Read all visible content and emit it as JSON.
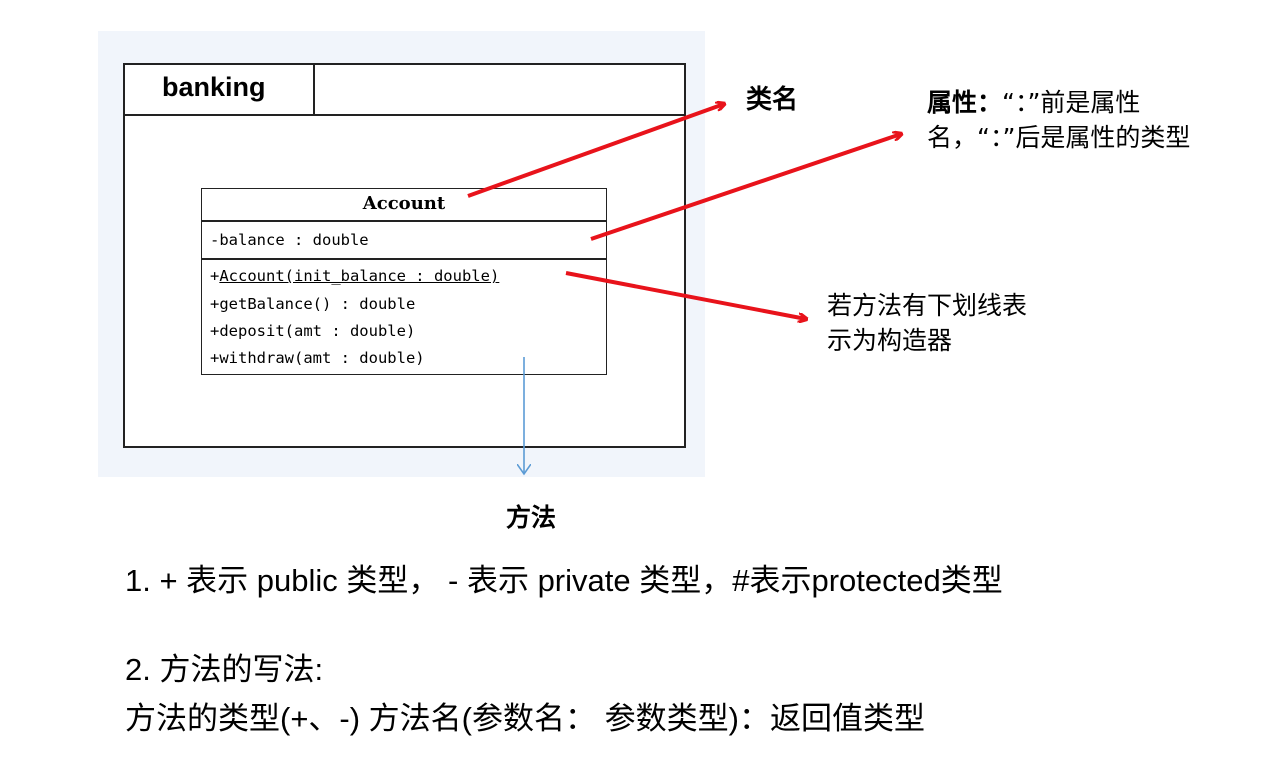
{
  "package": {
    "name": "banking"
  },
  "class": {
    "name": "Account",
    "attribute": "-balance : double",
    "constructor": {
      "prefix": "+",
      "name": "Account(init_balance : double)"
    },
    "methods": [
      "+getBalance() : double",
      "+deposit(amt : double)",
      "+withdraw(amt : double)"
    ]
  },
  "annotations": {
    "class_name": "类名",
    "attribute_label": "属性：",
    "attribute_text": "“：”前是属性名，“：”后是属性的类型",
    "constructor_note": "若方法有下划线表示为构造器",
    "method_label": "方法"
  },
  "notes": {
    "item1": "1. + 表示 public 类型， - 表示 private 类型，#表示protected类型",
    "item2_title": "2. 方法的写法:",
    "item2_body": "方法的类型(+、-)  方法名(参数名：  参数类型)：返回值类型"
  },
  "colors": {
    "arrow_red": "#e8131b",
    "arrow_blue": "#5b9bd5",
    "panel_bg": "#f1f5fb"
  }
}
